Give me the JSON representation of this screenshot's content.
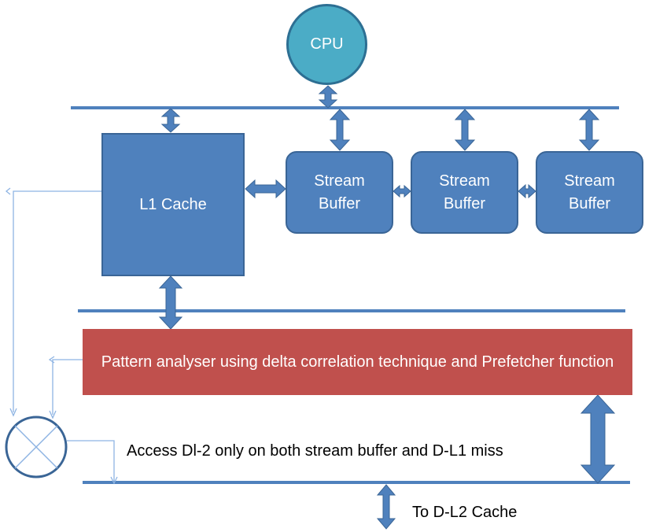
{
  "cpu": {
    "label": "CPU"
  },
  "l1_cache": {
    "label": "L1 Cache"
  },
  "stream_buffers": [
    {
      "line1": "Stream",
      "line2": "Buffer"
    },
    {
      "line1": "Stream",
      "line2": "Buffer"
    },
    {
      "line1": "Stream",
      "line2": "Buffer"
    }
  ],
  "pattern_analyser": {
    "label": "Pattern analyser using delta correlation technique and Prefetcher function"
  },
  "access_note": "Access Dl-2 only on both stream buffer and D-L1 miss",
  "to_l2": "To D-L2 Cache",
  "colors": {
    "bus": "#4f81bd",
    "block": "#4f81bd",
    "cpu_fill": "#4bacc6",
    "analyser_fill": "#c0504d",
    "thin_line": "#8eb4e3"
  }
}
